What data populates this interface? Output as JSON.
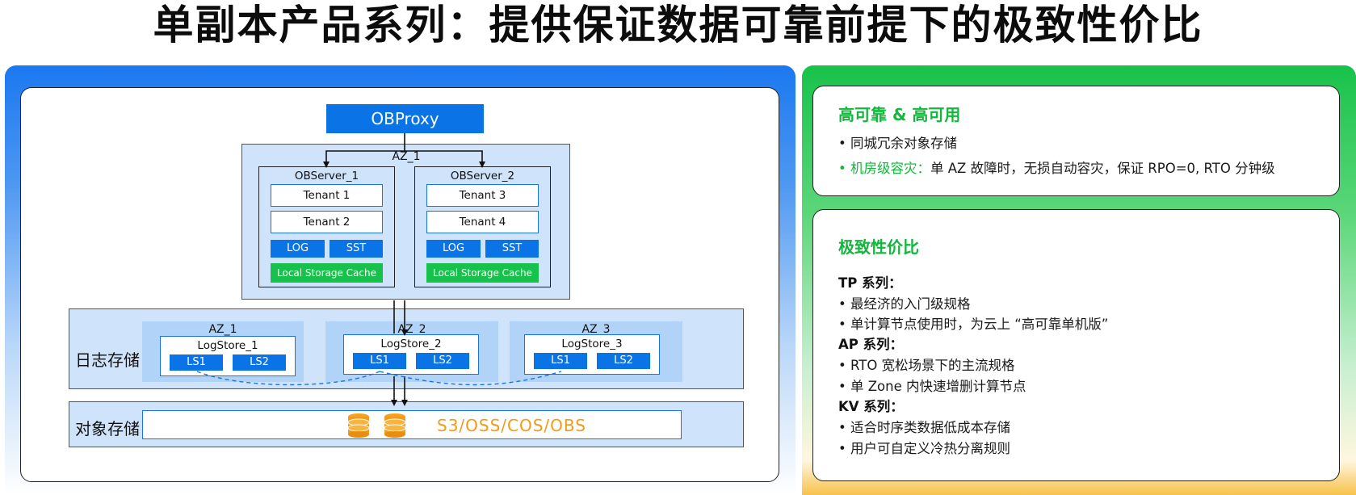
{
  "title": "单副本产品系列：提供保证数据可靠前提下的极致性价比",
  "diagram": {
    "obproxy": "OBProxy",
    "az1": "AZ_1",
    "observers": [
      {
        "name": "OBServer_1",
        "tenants": [
          "Tenant 1",
          "Tenant 2"
        ],
        "log": "LOG",
        "sst": "SST",
        "cache": "Local Storage Cache"
      },
      {
        "name": "OBServer_2",
        "tenants": [
          "Tenant 3",
          "Tenant 4"
        ],
        "log": "LOG",
        "sst": "SST",
        "cache": "Local Storage Cache"
      }
    ],
    "log_storage_label": "日志存储",
    "log_azs": [
      {
        "az": "AZ_1",
        "store": "LogStore_1",
        "ls": [
          "LS1",
          "LS2"
        ]
      },
      {
        "az": "AZ_2",
        "store": "LogStore_2",
        "ls": [
          "LS1",
          "LS2"
        ]
      },
      {
        "az": "AZ_3",
        "store": "LogStore_3",
        "ls": [
          "LS1",
          "LS2"
        ]
      }
    ],
    "object_storage_label": "对象存储",
    "object_storage_text": "S3/OSS/COS/OBS"
  },
  "card1": {
    "heading": "高可靠 & 高可用",
    "item1": "• 同城冗余对象存储",
    "item2_prefix": "• 机房级容灾：",
    "item2_rest": "单 AZ 故障时，无损自动容灾，保证 RPO=0, RTO 分钟级"
  },
  "card2": {
    "heading": "极致性价比",
    "tp_title": "TP 系列：",
    "tp_items": [
      "• 最经济的入门级规格",
      "• 单计算节点使用时，为云上 “高可靠单机版”"
    ],
    "ap_title": "AP 系列：",
    "ap_items": [
      "• RTO 宽松场景下的主流规格",
      "• 单 Zone 内快速增删计算节点"
    ],
    "kv_title": "KV 系列：",
    "kv_items": [
      "• 适合时序类数据低成本存储",
      "• 用户可自定义冷热分离规则"
    ]
  },
  "colors": {
    "blue": "#0a73e6",
    "green": "#15b53e",
    "orange": "#f29a1a",
    "light_blue": "#cfe3fb"
  },
  "icons": [
    "database-icon",
    "database-icon"
  ]
}
